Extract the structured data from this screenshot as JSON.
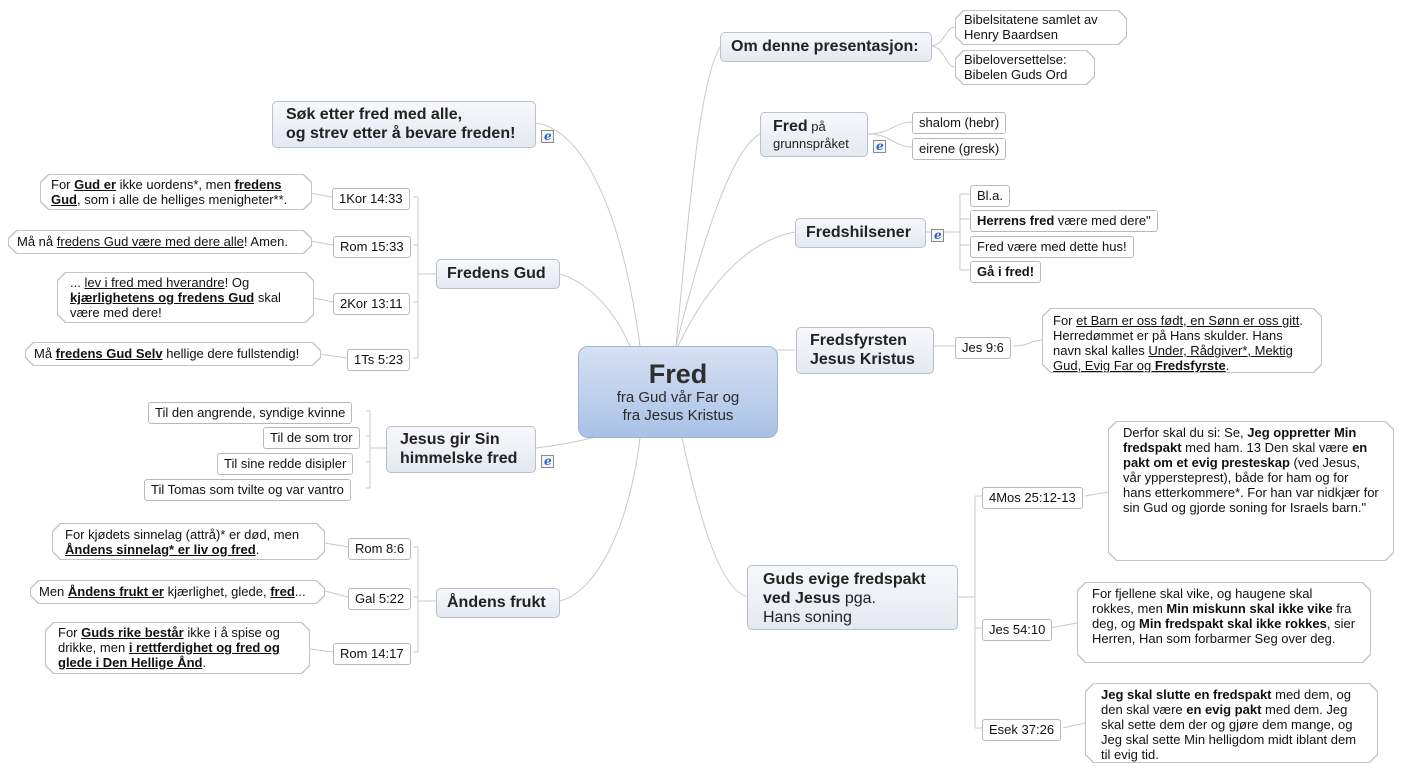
{
  "central": {
    "title": "Fred",
    "line1": "fra Gud vår Far og",
    "line2": "fra Jesus Kristus"
  },
  "right": {
    "om": {
      "label": "Om denne presentasjon:",
      "items": [
        [
          "Bibelsitatene samlet av",
          "Henry Baardsen"
        ],
        [
          "Bibeloversettelse:",
          "Bibelen Guds Ord"
        ]
      ]
    },
    "grunn": {
      "bold": "Fred",
      "rest": " på",
      "line2": "grunnspråket",
      "items": [
        "shalom (hebr)",
        "eirene (gresk)"
      ]
    },
    "hilsen": {
      "label": "Fredshilsener",
      "items": {
        "a": "Bl.a.",
        "b_bold": "Herrens fred",
        "b_rest": " være med dere\"",
        "c": "Fred være med dette hus!",
        "d_bold": "Gå i fred!"
      }
    },
    "fyrsten": {
      "line1": "Fredsfyrsten",
      "line2": "Jesus Kristus",
      "ref": "Jes 9:6",
      "text": {
        "p1": "For ",
        "u1": "et Barn er oss født, en Sønn er oss gitt",
        "p2": ". Herredømmet er på Hans skulder. Hans navn skal kalles ",
        "u2": "Under, Rådgiver*, Mektig Gud, Evig Far og ",
        "ub": "Fredsfyrste",
        "p3": "."
      }
    },
    "pakt": {
      "line1": "Guds evige fredspakt",
      "line2b": "ved Jesus",
      "line2r": " pga.",
      "line3": "Hans soning",
      "refs": [
        "4Mos 25:12-13",
        "Jes 54:10",
        "Esek 37:26"
      ],
      "t1": {
        "a": "Derfor skal du si: Se, ",
        "b": "Jeg oppretter Min fredspakt",
        "c": " med ham. 13 Den skal være ",
        "d": "en pakt om et evig presteskap",
        "e": " (ved Jesus, vår yppersteprest), både for ham og for hans etterkommere*. For han var nidkjær for sin Gud og gjorde soning for Israels barn.\""
      },
      "t2": {
        "a": "For fjellene skal vike, og haugene skal rokkes, men ",
        "b": "Min miskunn skal ikke vike",
        "c": " fra deg, og ",
        "d": "Min fredspakt skal ikke rokkes",
        "e": ", sier Herren, Han som forbarmer Seg over deg."
      },
      "t3": {
        "a": "Jeg skal slutte en fredspakt",
        "b": " med dem, og den skal være ",
        "c": "en evig pakt",
        "d": " med dem. Jeg skal sette dem der og gjøre dem mange, og Jeg skal sette Min helligdom midt iblant dem til evig tid."
      }
    }
  },
  "left": {
    "sok": {
      "line1": "Søk etter fred med alle,",
      "line2": "og strev etter å bevare freden!"
    },
    "fredensgud": {
      "label": "Fredens Gud",
      "refs": [
        "1Kor 14:33",
        "Rom 15:33",
        "2Kor 13:11",
        "1Ts 5:23"
      ],
      "t1": {
        "a": "For ",
        "b": "Gud er",
        "c": " ikke uordens*, men ",
        "d": "fredens Gud",
        "e": ", som i alle de helliges menigheter**."
      },
      "t2": {
        "a": "Må nå ",
        "b": "fredens Gud være med dere alle",
        "c": "! Amen."
      },
      "t3": {
        "a": "... ",
        "b": "lev i fred med hverandre",
        "c": "! Og ",
        "d": "kjærlighetens og fredens Gud",
        "e": " skal være med dere!"
      },
      "t4": {
        "a": "Må ",
        "b": "fredens Gud Selv",
        "c": " hellige dere fullstendig!"
      }
    },
    "jesus": {
      "line1": "Jesus gir Sin",
      "line2": "himmelske fred",
      "items": [
        "Til den angrende, syndige kvinne",
        "Til de som tror",
        "Til sine redde disipler",
        "Til Tomas som tvilte og var vantro"
      ]
    },
    "anden": {
      "label": "Åndens frukt",
      "refs": [
        "Rom 8:6",
        "Gal 5:22",
        "Rom 14:17"
      ],
      "t1": {
        "a": "For kjødets sinnelag (attrå)* er død, men ",
        "b": "Åndens sinnelag* er liv og fred",
        "c": "."
      },
      "t2": {
        "a": "Men ",
        "b": "Åndens frukt er",
        "c": " kjærlighet, glede, ",
        "d": "fred",
        "e": "..."
      },
      "t3": {
        "a": "For ",
        "b": "Guds rike består",
        "c": " ikke i å spise og drikke, men ",
        "d": "i rettferdighet og fred og glede i Den Hellige Ånd",
        "e": "."
      }
    }
  }
}
